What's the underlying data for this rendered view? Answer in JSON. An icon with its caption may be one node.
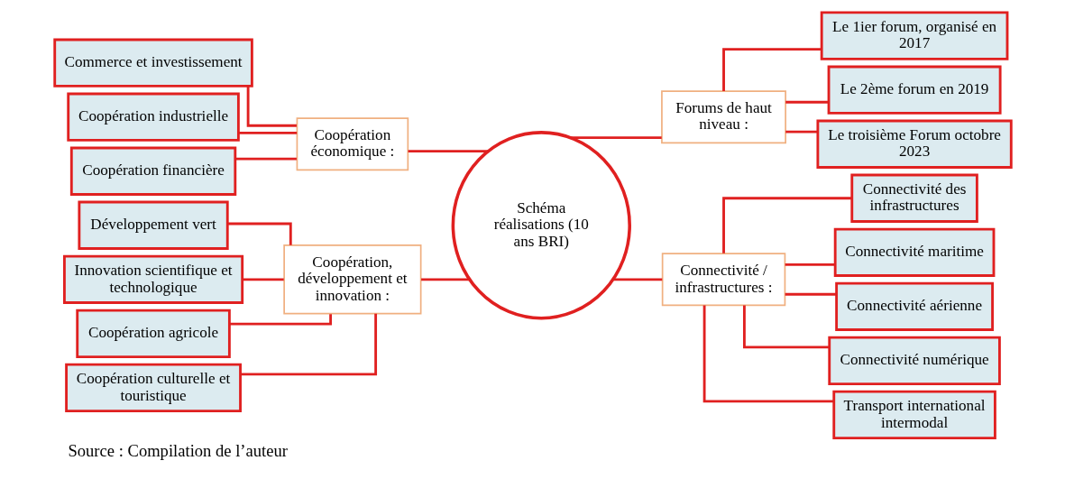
{
  "diagram": {
    "caption": "Source : Compilation de l’auteur",
    "nodes": [
      {
        "text": [
          "Schéma réalisations (10 ans BRI)"
        ]
      },
      {
        "text": [
          "Coopération économique :"
        ]
      },
      {
        "text": [
          "Commerce et investissement"
        ]
      },
      {
        "text": [
          "Coopération industrielle"
        ]
      },
      {
        "text": [
          "Coopération financière"
        ]
      },
      {
        "text": [
          "Forums de haut niveau :"
        ]
      },
      {
        "text": [
          "Le 1ier forum, organisé en 2017"
        ]
      },
      {
        "text": [
          "Le 2ème forum en 2019"
        ]
      },
      {
        "text": [
          "Le troisième Forum octobre 2023"
        ]
      },
      {
        "text": [
          "Coopération, développement et innovation :"
        ]
      },
      {
        "text": [
          "Développement vert"
        ]
      },
      {
        "text": [
          "Innovation scientifique et technologique"
        ]
      },
      {
        "text": [
          "Coopération agricole"
        ]
      },
      {
        "text": [
          "Coopération culturelle et touristique"
        ]
      },
      {
        "text": [
          "Connectivité / infrastructures :"
        ]
      },
      {
        "text": [
          "Connectivité des infrastructures"
        ]
      },
      {
        "text": [
          "Connectivité maritime"
        ]
      },
      {
        "text": [
          "Connectivité aérienne"
        ]
      },
      {
        "text": [
          "Connectivité numérique"
        ]
      },
      {
        "text": [
          "Transport international intermodal"
        ]
      }
    ],
    "edges": [
      {
        "from": 0,
        "to": 1,
        "arrow": "none"
      },
      {
        "from": 0,
        "to": 5,
        "arrow": "none"
      },
      {
        "from": 0,
        "to": 9,
        "arrow": "none"
      },
      {
        "from": 0,
        "to": 14,
        "arrow": "none"
      },
      {
        "from": 1,
        "to": 2,
        "arrow": "none"
      },
      {
        "from": 1,
        "to": 3,
        "arrow": "none"
      },
      {
        "from": 1,
        "to": 4,
        "arrow": "none"
      },
      {
        "from": 5,
        "to": 6,
        "arrow": "none"
      },
      {
        "from": 5,
        "to": 7,
        "arrow": "none"
      },
      {
        "from": 5,
        "to": 8,
        "arrow": "none"
      },
      {
        "from": 9,
        "to": 10,
        "arrow": "none"
      },
      {
        "from": 9,
        "to": 11,
        "arrow": "none"
      },
      {
        "from": 9,
        "to": 12,
        "arrow": "none"
      },
      {
        "from": 9,
        "to": 13,
        "arrow": "none"
      },
      {
        "from": 14,
        "to": 15,
        "arrow": "none"
      },
      {
        "from": 14,
        "to": 16,
        "arrow": "none"
      },
      {
        "from": 14,
        "to": 17,
        "arrow": "none"
      },
      {
        "from": 14,
        "to": 18,
        "arrow": "none"
      },
      {
        "from": 14,
        "to": 19,
        "arrow": "none"
      }
    ]
  }
}
